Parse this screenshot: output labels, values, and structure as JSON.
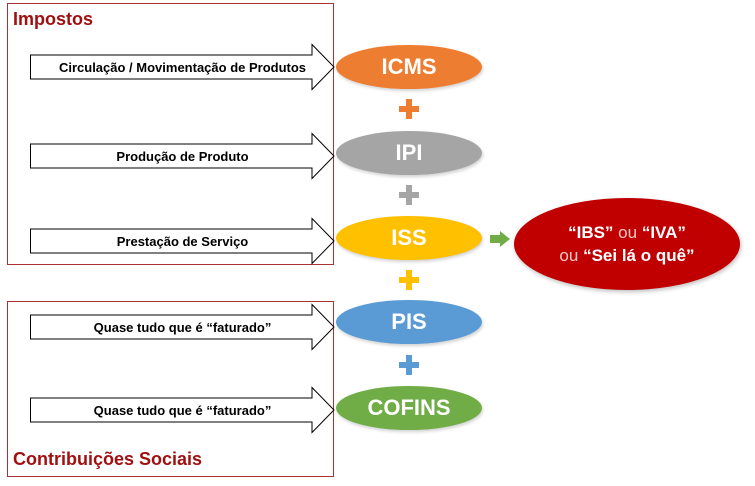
{
  "groups": {
    "impostos": {
      "title": "Impostos"
    },
    "contribuicoes": {
      "title": "Contribuições Sociais"
    }
  },
  "arrows": [
    {
      "label": "Circulação / Movimentação de Produtos"
    },
    {
      "label": "Produção de Produto"
    },
    {
      "label": "Prestação de Serviço"
    },
    {
      "label": "Quase tudo que é “faturado”"
    },
    {
      "label": "Quase tudo que é “faturado”"
    }
  ],
  "taxes": [
    {
      "label": "ICMS",
      "color": "#ed7d31"
    },
    {
      "label": "IPI",
      "color": "#a5a5a5"
    },
    {
      "label": "ISS",
      "color": "#ffc000"
    },
    {
      "label": "PIS",
      "color": "#5b9bd5"
    },
    {
      "label": "COFINS",
      "color": "#70ad47"
    }
  ],
  "plus_signs": [
    {
      "color": "#ed7d31"
    },
    {
      "color": "#a5a5a5"
    },
    {
      "color": "#ffc000"
    },
    {
      "color": "#5b9bd5"
    }
  ],
  "result": {
    "line1_a": "“IBS”",
    "line1_or": "ou",
    "line1_b": "“IVA”",
    "line2_or": "ou",
    "line2_b": "“Sei lá o quê”",
    "color": "#c00000",
    "arrow_color": "#70ad47"
  }
}
